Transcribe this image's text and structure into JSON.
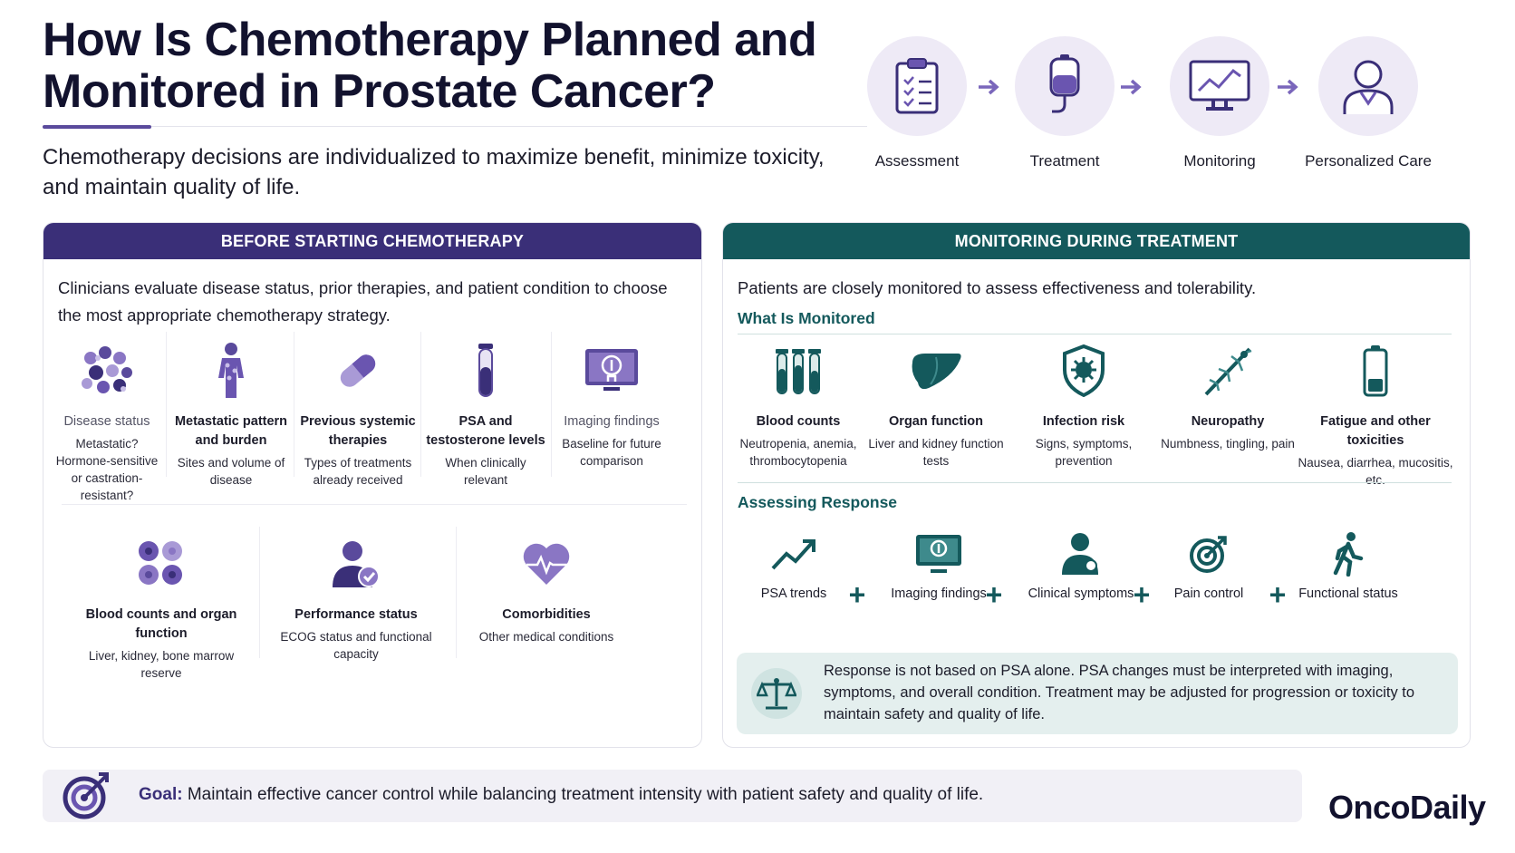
{
  "title": "How Is Chemotherapy Planned and Monitored in Prostate Cancer?",
  "subtitle": "Chemotherapy decisions are individualized to maximize benefit, minimize toxicity, and maintain quality of life.",
  "flow": [
    {
      "label": "Assessment",
      "icon": "clipboard-icon"
    },
    {
      "label": "Treatment",
      "icon": "iv-bag-icon"
    },
    {
      "label": "Monitoring",
      "icon": "monitor-chart-icon"
    },
    {
      "label": "Personalized Care",
      "icon": "person-icon"
    }
  ],
  "before": {
    "header": "BEFORE STARTING CHEMOTHERAPY",
    "intro": "Clinicians evaluate disease status, prior therapies, and patient condition to choose the most appropriate chemotherapy strategy.",
    "items": [
      {
        "title": "Disease status",
        "desc": "Metastatic? Hormone-sensitive or castration-resistant?",
        "icon": "cells-icon"
      },
      {
        "title": "Metastatic pattern and burden",
        "desc": "Sites and volume of disease",
        "icon": "body-icon"
      },
      {
        "title": "Previous systemic therapies",
        "desc": "Types of treatments already received",
        "icon": "pill-icon"
      },
      {
        "title": "PSA and testosterone levels",
        "desc": "When clinically relevant",
        "icon": "test-tube-icon"
      },
      {
        "title": "Imaging findings",
        "desc": "Baseline for future comparison",
        "icon": "scan-monitor-icon"
      }
    ],
    "items2": [
      {
        "title": "Blood counts and organ function",
        "desc": "Liver, kidney, bone marrow reserve",
        "icon": "blood-cells-icon"
      },
      {
        "title": "Performance status",
        "desc": "ECOG status and functional capacity",
        "icon": "user-check-icon"
      },
      {
        "title": "Comorbidities",
        "desc": "Other medical conditions",
        "icon": "heart-pulse-icon"
      }
    ]
  },
  "monitoring": {
    "header": "MONITORING DURING TREATMENT",
    "intro": "Patients are closely monitored to assess effectiveness and tolerability.",
    "what_title": "What Is Monitored",
    "items": [
      {
        "title": "Blood counts",
        "desc": "Neutropenia, anemia, thrombocytopenia",
        "icon": "blood-tubes-icon"
      },
      {
        "title": "Organ function",
        "desc": "Liver and kidney function tests",
        "icon": "liver-icon"
      },
      {
        "title": "Infection risk",
        "desc": "Signs, symptoms, prevention",
        "icon": "shield-virus-icon"
      },
      {
        "title": "Neuropathy",
        "desc": "Numbness, tingling, pain",
        "icon": "nerve-icon"
      },
      {
        "title": "Fatigue and other toxicities",
        "desc": "Nausea, diarrhea, mucositis, etc.",
        "icon": "battery-low-icon"
      }
    ],
    "response_title": "Assessing Response",
    "response": [
      {
        "label": "PSA trends",
        "icon": "trend-up-icon"
      },
      {
        "label": "Imaging findings",
        "icon": "scan-monitor-icon"
      },
      {
        "label": "Clinical symptoms",
        "icon": "patient-icon"
      },
      {
        "label": "Pain control",
        "icon": "target-icon"
      },
      {
        "label": "Functional status",
        "icon": "walking-icon"
      }
    ],
    "note": "Response is not based on PSA alone. PSA changes must be interpreted with imaging, symptoms, and overall condition. Treatment may be adjusted for progression or toxicity to maintain safety and quality of life."
  },
  "goal": {
    "label": "Goal:",
    "text": "Maintain effective cancer control while balancing treatment intensity with patient safety and quality of life."
  },
  "brand": "OncoDaily",
  "colors": {
    "purple": "#3a2f78",
    "teal": "#14595c",
    "accent_purple": "#6a55b0"
  }
}
